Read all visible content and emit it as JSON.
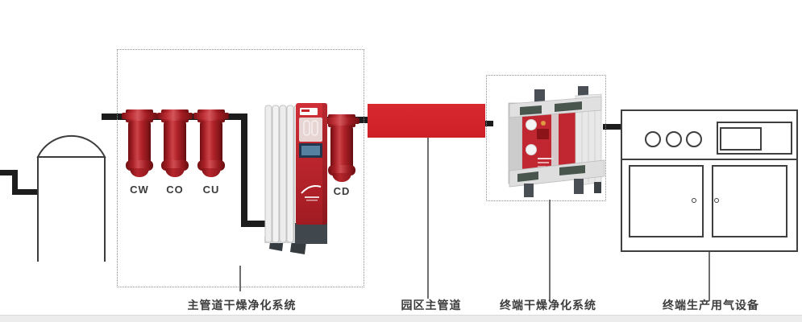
{
  "labels": {
    "cw": "CW",
    "co": "CO",
    "cu": "CU",
    "cd": "CD",
    "main_system": "主管道干燥净化系统",
    "park_pipeline": "园区主管道",
    "terminal_system": "终端干燥净化系统",
    "terminal_equipment": "终端生产用气设备"
  },
  "colors": {
    "pipe_black": "#1c1c1c",
    "accent_red": "#d2262c",
    "filter_red": "#b5242a",
    "outline_gray": "#3f3f3f",
    "dashed_border": "#8f8f8f",
    "label_text": "#3d3d3d",
    "footer_band": "#ececec"
  },
  "icons": {
    "tank": "air-receiver-tank-icon",
    "filters": "inline-filter-icon",
    "dryer": "adsorption-dryer-icon",
    "terminal_unit": "terminal-purifier-icon",
    "cabinet": "gas-equipment-cabinet-icon"
  }
}
